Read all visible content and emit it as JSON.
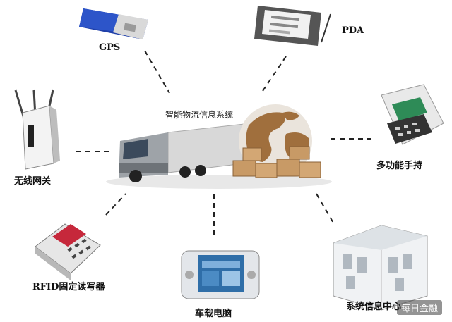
{
  "center": {
    "title": "智能物流信息系统"
  },
  "nodes": [
    {
      "id": "gps",
      "label": "GPS"
    },
    {
      "id": "pda",
      "label": "PDA"
    },
    {
      "id": "router",
      "label": "无线网关"
    },
    {
      "id": "handheld",
      "label": "多功能手持"
    },
    {
      "id": "rfid",
      "label": "RFID固定读写器"
    },
    {
      "id": "vehicle-pc",
      "label": "车载电脑"
    },
    {
      "id": "info-center",
      "label": "系统信息中心"
    }
  ],
  "watermark": "每日金融"
}
